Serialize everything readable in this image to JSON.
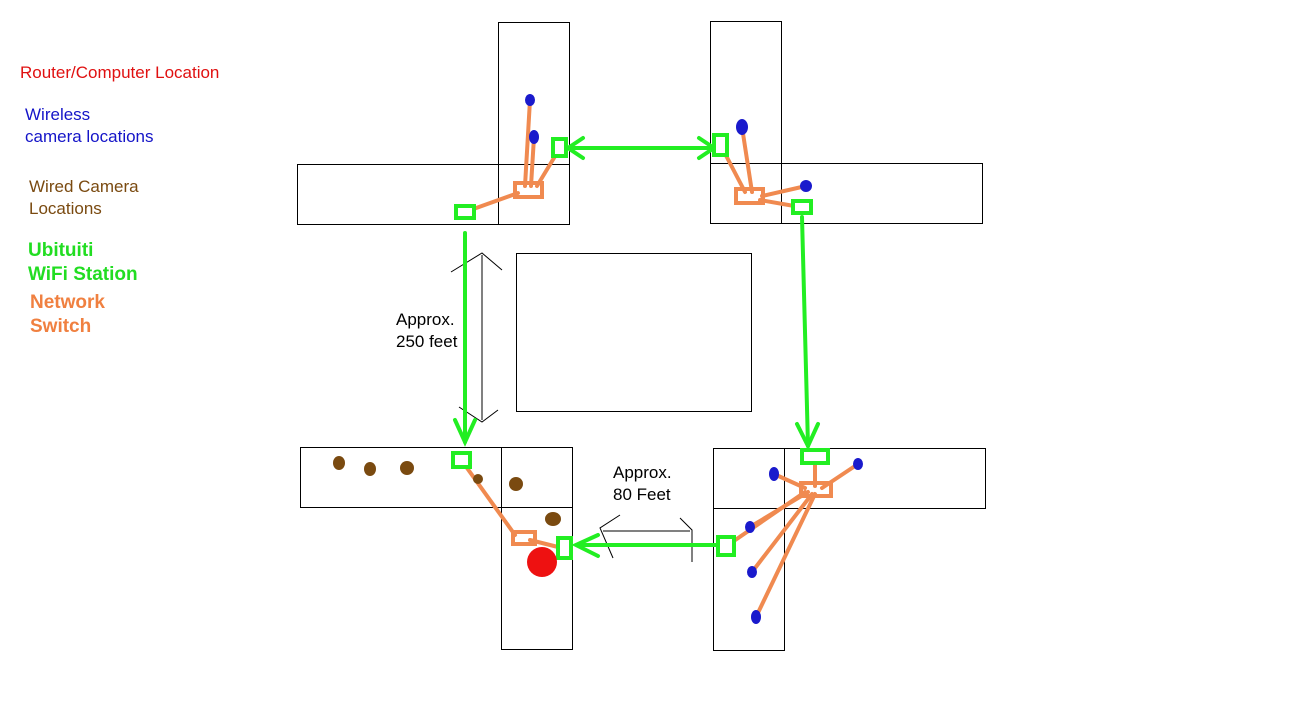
{
  "legend": {
    "router": {
      "label": "Router/Computer Location",
      "color": "#e01010"
    },
    "wireless": {
      "line1": "Wireless",
      "line2": "camera locations",
      "color": "#1414c8"
    },
    "wired": {
      "line1": "Wired Camera",
      "line2": "Locations",
      "color": "#7a4a10"
    },
    "wifi": {
      "line1": "Ubituiti",
      "line2": "WiFi Station",
      "color": "#22dd22"
    },
    "switch": {
      "line1": "Network",
      "line2": "Switch",
      "color": "#f08040"
    }
  },
  "annotations": {
    "vertical_line1": "Approx.",
    "vertical_line2": "250 feet",
    "horizontal_line1": "Approx.",
    "horizontal_line2": "80 Feet"
  },
  "colors": {
    "outline": "#000000",
    "router_dot": "#ee1111",
    "wireless_dot": "#1a1acc",
    "wired_dot": "#7a4a10",
    "wifi_link": "#22ee22",
    "switch_cable": "#f08a50"
  }
}
